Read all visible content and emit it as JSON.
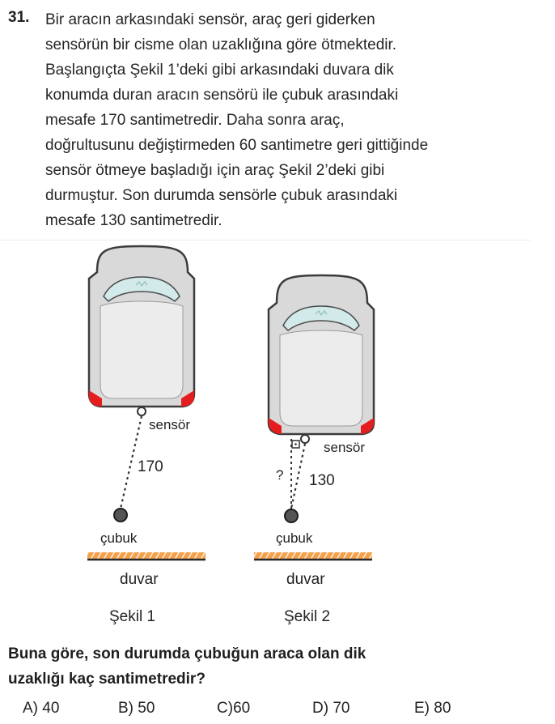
{
  "question": {
    "number": "31.",
    "lines": [
      "Bir aracın arkasındaki sensör, araç geri giderken",
      "sensörün bir cisme olan uzaklığına göre ötmektedir.",
      "Başlangıçta Şekil 1’deki gibi arkasındaki duvara dik",
      "konumda duran aracın sensörü ile çubuk arasındaki",
      "mesafe 170 santimetredir. Daha sonra araç,",
      "doğrultusunu değiştirmeden 60 santimetre geri gittiğinde",
      "sensör ötmeye başladığı için araç Şekil 2’deki gibi",
      "durmuştur. Son durumda sensörle çubuk arasındaki",
      "mesafe 130 santimetredir."
    ],
    "footer_lines": [
      "Buna göre, son durumda çubuğun araca olan dik",
      "uzaklığı kaç santimetredir?"
    ]
  },
  "figures": [
    {
      "caption": "Şekil 1",
      "sensor_label": "sensör",
      "distance_label": "170",
      "rod_label": "çubuk",
      "wall_label": "duvar"
    },
    {
      "caption": "Şekil 2",
      "sensor_label": "sensör",
      "distance_label": "130",
      "unknown_label": "?",
      "rod_label": "çubuk",
      "wall_label": "duvar"
    }
  ],
  "colors": {
    "car_body": "#d7d7d7",
    "car_outline": "#404040",
    "window": "#cfe6e6",
    "tail_light": "#e41e1e",
    "wall": "#f5a04a"
  },
  "choices": [
    {
      "letter": "A)",
      "value": "40"
    },
    {
      "letter": "B)",
      "value": "50"
    },
    {
      "letter": "C)",
      "value": "60"
    },
    {
      "letter": "D)",
      "value": "70"
    },
    {
      "letter": "E)",
      "value": "80"
    }
  ]
}
